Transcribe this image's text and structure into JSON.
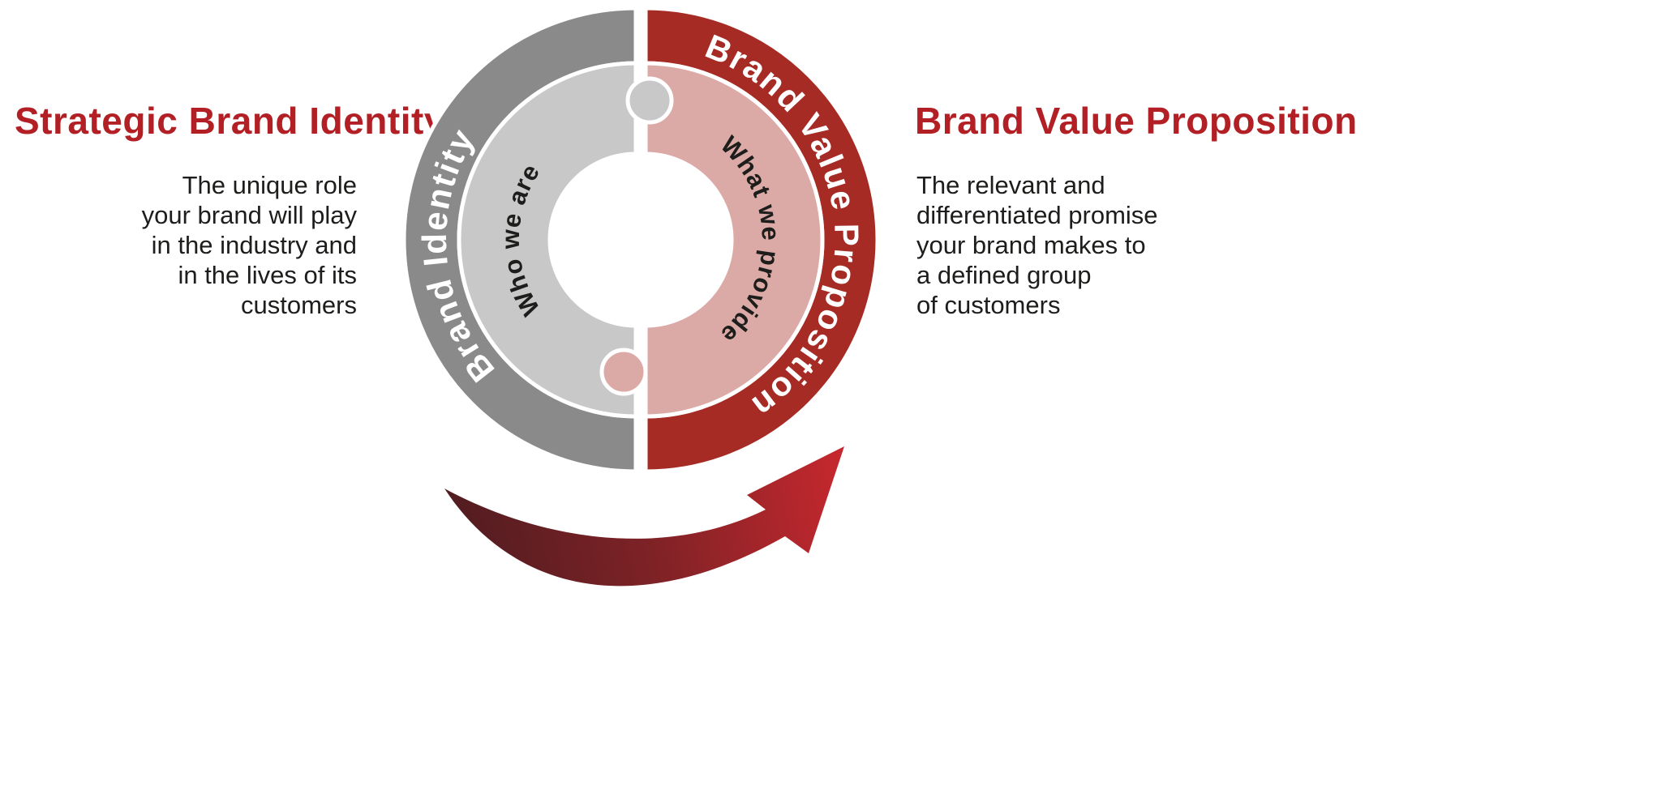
{
  "left_panel": {
    "title": "Strategic Brand Identity",
    "lines": [
      "The unique role",
      "your brand will play",
      "in the industry and",
      "in the lives of its",
      "customers"
    ]
  },
  "right_panel": {
    "title": "Brand Value Proposition",
    "lines": [
      "The relevant and",
      "differentiated promise",
      "your brand makes to",
      "a defined group",
      "of customers"
    ]
  },
  "wheel": {
    "left_outer_label": "Brand Identity",
    "left_inner_label": "Who we are",
    "right_outer_label": "Brand Value Proposition",
    "right_inner_label": "What we provide"
  },
  "colors": {
    "title_red": "#b21f24",
    "body_text": "#1d1d1b",
    "ring_gray": "#8a8a8a",
    "ring_light_gray": "#c9c8c8",
    "ring_red": "#a62b24",
    "ring_pink": "#dcaaa6",
    "label_light": "#ffffff",
    "label_dark": "#1d1d1b",
    "arrow_dark": "#4e1c20",
    "arrow_mid": "#7e2226",
    "arrow_bright": "#c5282e",
    "divider_white": "#ffffff"
  }
}
